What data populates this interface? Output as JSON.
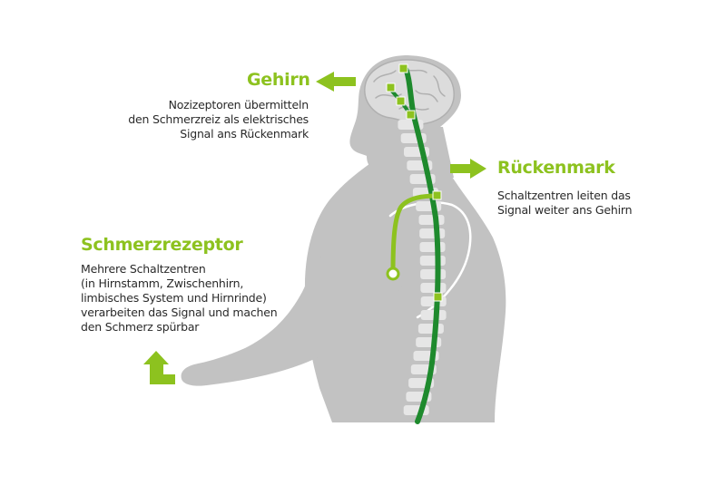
{
  "colors": {
    "accent": "#8dc21f",
    "nerve": "#1e8a2d",
    "body": "#c2c2c2",
    "body_dark": "#b4b4b4",
    "spine": "#e6e6e6",
    "brain": "#dcdcdc"
  },
  "labels": {
    "brain": {
      "title": "Gehirn",
      "lines": [
        "Nozizeptoren übermitteln",
        "den Schmerzreiz als elektrisches",
        "Signal ans Rückenmark"
      ]
    },
    "spinal_cord": {
      "title": "Rückenmark",
      "lines": [
        "Schaltzentren leiten das",
        "Signal weiter ans Gehirn"
      ]
    },
    "receptor": {
      "title": "Schmerzrezeptor",
      "lines": [
        "Mehrere Schaltzentren",
        "(in Hirnstamm, Zwischenhirn,",
        "limbisches System und Hirnrinde)",
        "verarbeiten das Signal und machen",
        "den Schmerz spürbar"
      ]
    }
  }
}
